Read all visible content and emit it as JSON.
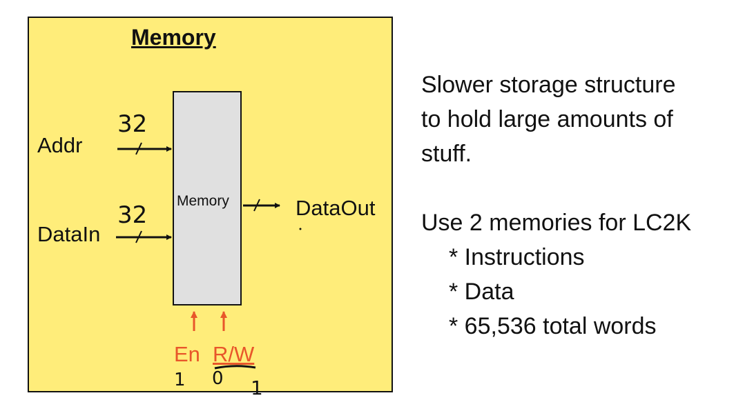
{
  "diagram": {
    "title": "Memory",
    "block_label": "Memory",
    "inputs": {
      "addr": "Addr",
      "addr_width": "32",
      "datain": "DataIn",
      "datain_width": "32"
    },
    "output": "DataOut",
    "controls": {
      "en": "En",
      "rw": "R/W",
      "en_value": "1",
      "rw_value": "0",
      "rw_value_alt": "1"
    },
    "colors": {
      "panel_fill": "#ffed7a",
      "block_fill": "#e0e0e0",
      "control_color": "#e8562a"
    }
  },
  "description": {
    "lines": [
      "Slower storage structure",
      "to hold large amounts of",
      "stuff."
    ],
    "subheading": "Use 2 memories for LC2K",
    "bullets": [
      "* Instructions",
      "* Data",
      "* 65,536 total words"
    ]
  }
}
